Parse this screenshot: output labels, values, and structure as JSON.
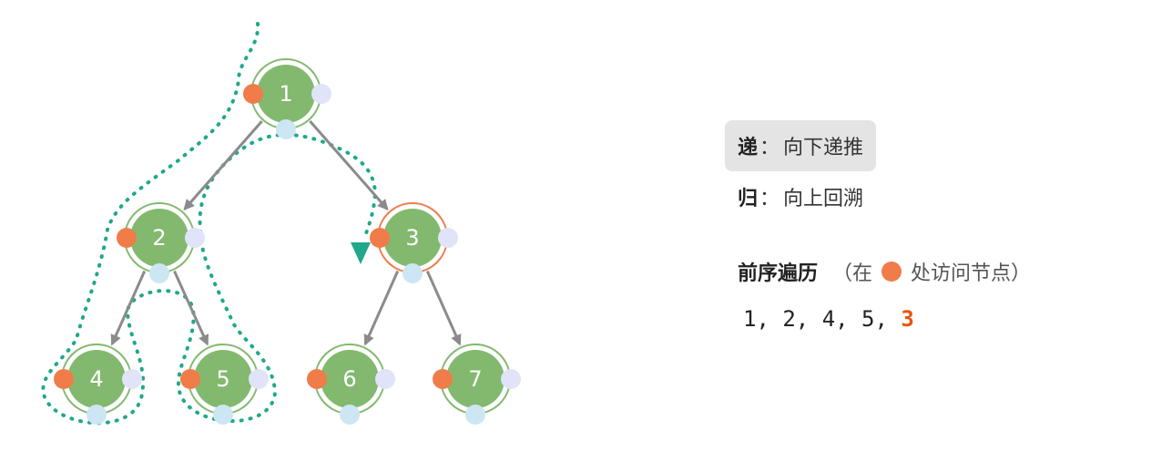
{
  "colors": {
    "node_fill": "#82b96f",
    "node_ring": "#ffffff",
    "node_outline": "#82b96f",
    "highlight_ring": "#f07c4a",
    "pre_dot": "#f07c4a",
    "in_dot": "#cce6f4",
    "post_dot": "#e1e3f8",
    "edge": "#8b8b8b",
    "path": "#1fa88a",
    "sequence_current": "#e8530e"
  },
  "tree": {
    "nodes": [
      {
        "id": "n1",
        "label": "1"
      },
      {
        "id": "n2",
        "label": "2"
      },
      {
        "id": "n3",
        "label": "3",
        "current": true
      },
      {
        "id": "n4",
        "label": "4"
      },
      {
        "id": "n5",
        "label": "5"
      },
      {
        "id": "n6",
        "label": "6"
      },
      {
        "id": "n7",
        "label": "7"
      }
    ],
    "edges": [
      {
        "from": "n1",
        "to": "n2"
      },
      {
        "from": "n1",
        "to": "n3"
      },
      {
        "from": "n2",
        "to": "n4"
      },
      {
        "from": "n2",
        "to": "n5"
      },
      {
        "from": "n3",
        "to": "n6"
      },
      {
        "from": "n3",
        "to": "n7"
      }
    ]
  },
  "legend": {
    "down": {
      "key": "递",
      "colon": "：",
      "text": "向下递推",
      "active": true
    },
    "up": {
      "key": "归",
      "colon": "：",
      "text": "向上回溯",
      "active": false
    }
  },
  "traversal": {
    "title": "前序遍历",
    "note_prefix": "（在",
    "note_suffix": "处访问节点）",
    "visited": "1, 2, 4, 5, ",
    "current": "3"
  }
}
